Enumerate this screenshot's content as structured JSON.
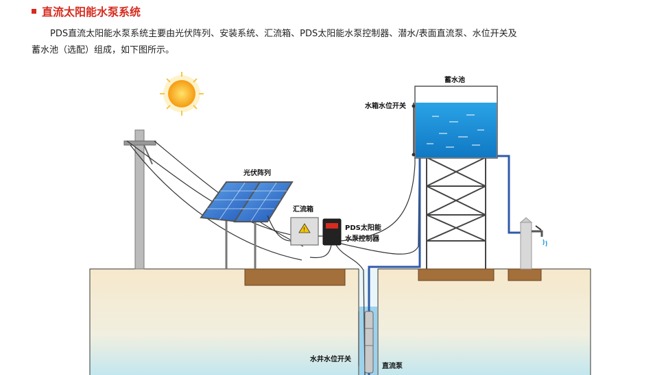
{
  "section": {
    "title": "直流太阳能水泵系统"
  },
  "intro": {
    "line1": "PDS直流太阳能水泵系统主要由光伏阵列、安装系统、汇流箱、PDS太阳能水泵控制器、潜水/表面直流泵、水位开关及",
    "line2": "蓄水池（选配）组成，如下图所示。"
  },
  "labels": {
    "pv_array": "光伏阵列",
    "combiner_box": "汇流箱",
    "controller_line1": "PDS太阳能",
    "controller_line2": "水泵控制器",
    "reservoir": "蓄水池",
    "tank_level_switch": "水箱水位开关",
    "well_level_switch": "水井水位开关",
    "dc_pump": "直流泵"
  },
  "colors": {
    "accent": "#d62b1f",
    "ground": "#f5e9cf",
    "water": "#1e8fd4",
    "pipe": "#2f5aa8"
  }
}
